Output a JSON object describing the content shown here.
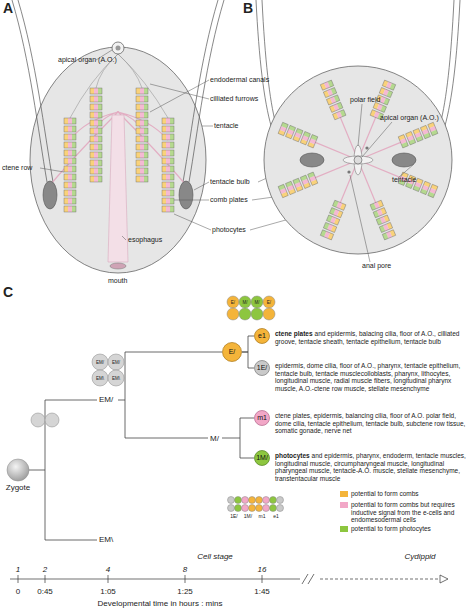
{
  "diagram": {
    "nodes": [
      {
        "text": [
          "E/"
        ]
      },
      {
        "text": [
          "e1"
        ]
      },
      {
        "text": [
          "1E/"
        ]
      },
      {
        "text": [
          "m1"
        ]
      },
      {
        "text": [
          "1M/"
        ]
      }
    ],
    "edges": [
      {
        "from": 0,
        "to": 1,
        "arrow": "none"
      },
      {
        "from": 0,
        "to": 2,
        "arrow": "none"
      }
    ],
    "labels": [
      "A",
      "apical organ (A.O.)",
      "endodermal canals",
      "cilliated furrows",
      "tentacle",
      "tentacle bulb",
      "comb plates",
      "photocytes",
      "ctene row",
      "esophagus",
      "mouth",
      "B",
      "polar field",
      "apical organ (A.O.)",
      "tentacle",
      "anal pore",
      "C",
      "ctene plates",
      "and epidermis, balacing cilia, floor of A.O., cilliated groove, tentacle sheath, tentacle epithelium, tentacle bulb",
      "epidermis, dome cilia, floor of A.O., pharynx, tentacle epithelium, tentacle bulb, tentacle musclecolloblasts, pharynx, lithocytes, longitudinal muscle, radial muscle fibers, longitudinal pharynx muscle, A.O.-ctene row muscle, stellate mesenchyme",
      "ctene plates, epidermis, balancing cilia, floor of A.O. polar field, dome cilia, tentacle epithelium, tentacle bulb, subctene row tissue, somatic gonade, nerve net",
      "photocytes",
      "and epidermis, pharynx, endoderm, tentacle muscles, longitudinal muscle, circumpharyngeal muscle, longitudinal pharyngeal muscle, tentacle-A.O. muscle, stellate mesenchyme, transtentacular muscle",
      "EM/",
      "M/",
      "EM\\",
      "Zygote",
      "EM/",
      "EM/",
      "EM\\",
      "EM\\",
      "E/",
      "M/",
      "M/",
      "E/",
      "1E/",
      "1M/",
      "m1",
      "e1",
      "1",
      "2",
      "4",
      "8",
      "16",
      "Cell stage",
      "0",
      "0:45",
      "1:05",
      "1:25",
      "1:45",
      "Developmental time in hours : mins",
      "Cydippid"
    ],
    "legend": [
      {
        "text": "potential to form combs",
        "color": "#f4b43a"
      },
      {
        "text": "potential to form combs but requires inductive signal from the e-cells and endomesodermal cells",
        "color": "#f2a7c7"
      },
      {
        "text": "potential to form photocytes",
        "color": "#8dc63f"
      }
    ]
  }
}
